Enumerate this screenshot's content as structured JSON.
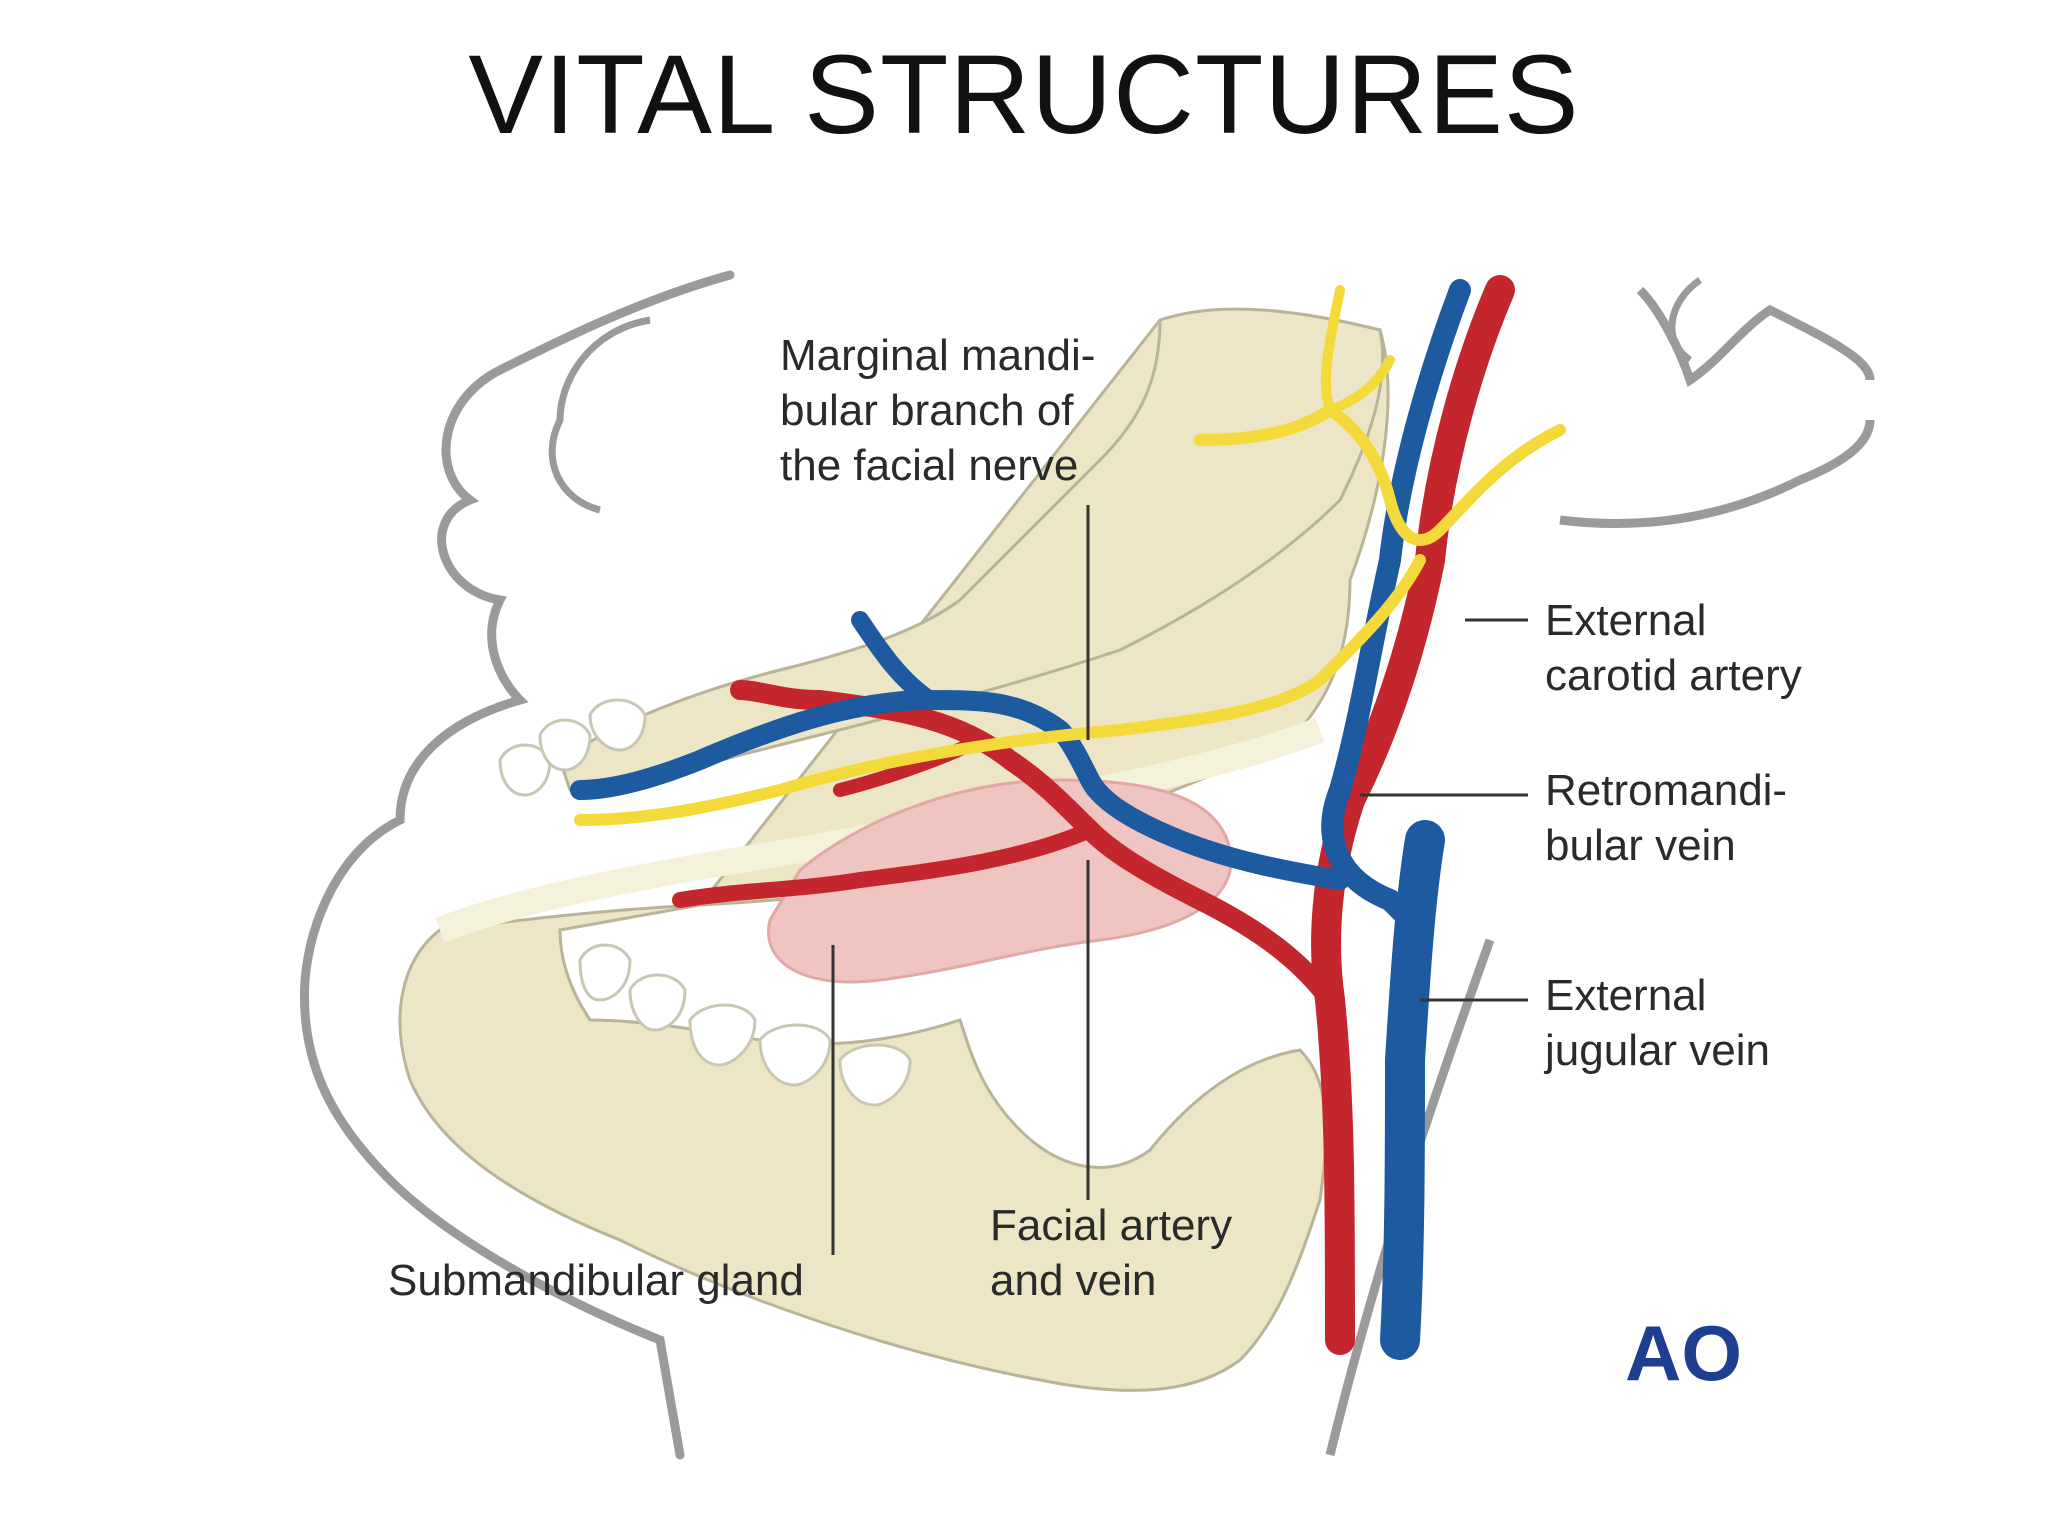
{
  "slide": {
    "title": "VITAL STRUCTURES"
  },
  "diagram": {
    "labels": {
      "marginal_nerve": [
        "Marginal mandi-",
        "bular branch of",
        "the facial nerve"
      ],
      "external_carotid": [
        "External",
        "carotid artery"
      ],
      "retromandibular": [
        "Retromandi-",
        "bular vein"
      ],
      "external_jugular": [
        "External",
        "jugular vein"
      ],
      "facial_artery_vein": [
        "Facial artery",
        "and vein"
      ],
      "submandibular": [
        "Submandibular gland"
      ]
    },
    "logo": "AO",
    "colors": {
      "bone": "#ece6c6",
      "artery": "#c4262e",
      "vein": "#1d5aa0",
      "nerve": "#f4d93a",
      "gland": "#f0c4c0",
      "outline": "#999999",
      "logo": "#1e3f8f"
    }
  }
}
